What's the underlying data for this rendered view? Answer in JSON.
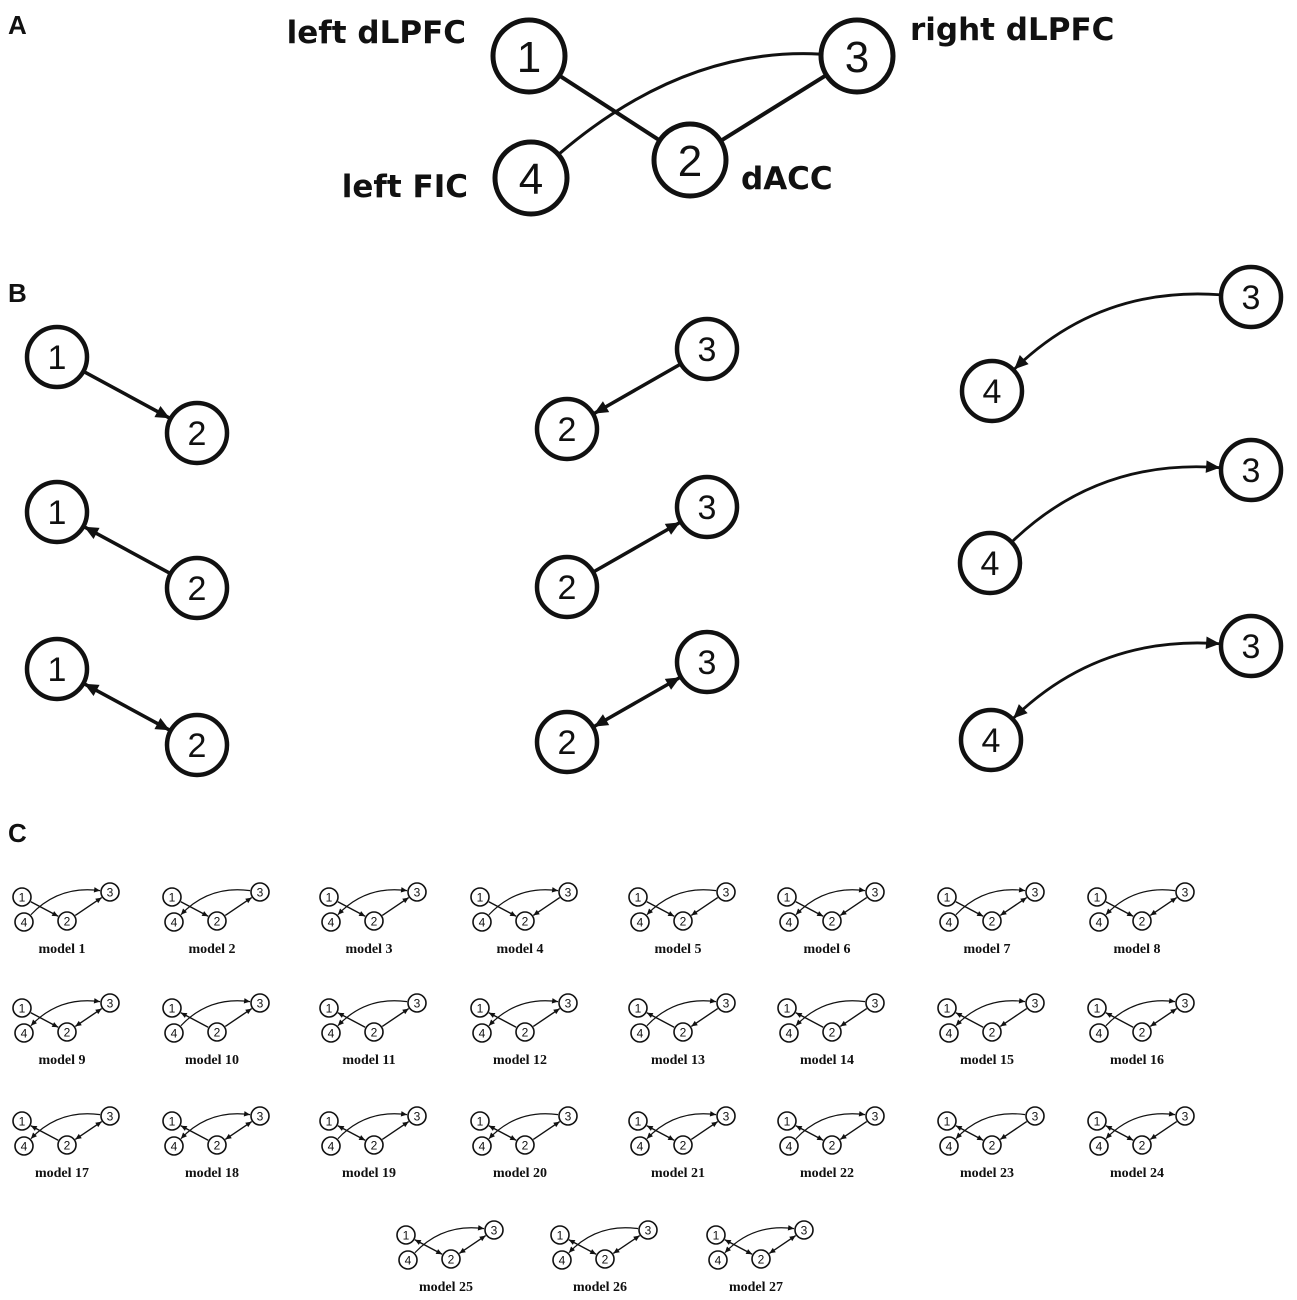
{
  "panels": {
    "A": {
      "letter": "A"
    },
    "B": {
      "letter": "B"
    },
    "C": {
      "letter": "C"
    }
  },
  "regions": [
    {
      "id": "1",
      "label": "left dLPFC"
    },
    {
      "id": "2",
      "label": "dACC"
    },
    {
      "id": "3",
      "label": "right dLPFC"
    },
    {
      "id": "4",
      "label": "left FIC"
    }
  ],
  "panel_b_connections": [
    {
      "from": "1",
      "to": "2",
      "direction": "forward"
    },
    {
      "from": "2",
      "to": "1",
      "direction": "backward"
    },
    {
      "from": "1",
      "to": "2",
      "direction": "bidirectional"
    },
    {
      "from": "3",
      "to": "2",
      "direction": "forward"
    },
    {
      "from": "2",
      "to": "3",
      "direction": "backward"
    },
    {
      "from": "2",
      "to": "3",
      "direction": "bidirectional"
    },
    {
      "from": "3",
      "to": "4",
      "direction": "forward"
    },
    {
      "from": "4",
      "to": "3",
      "direction": "backward"
    },
    {
      "from": "3",
      "to": "4",
      "direction": "bidirectional"
    }
  ],
  "models": [
    {
      "label": "model 1",
      "e12": "f",
      "e23": "f",
      "e34": "f"
    },
    {
      "label": "model 2",
      "e12": "f",
      "e23": "f",
      "e34": "b"
    },
    {
      "label": "model 3",
      "e12": "f",
      "e23": "f",
      "e34": "bi"
    },
    {
      "label": "model 4",
      "e12": "f",
      "e23": "b",
      "e34": "f"
    },
    {
      "label": "model 5",
      "e12": "f",
      "e23": "b",
      "e34": "b"
    },
    {
      "label": "model 6",
      "e12": "f",
      "e23": "b",
      "e34": "bi"
    },
    {
      "label": "model 7",
      "e12": "f",
      "e23": "bi",
      "e34": "f"
    },
    {
      "label": "model 8",
      "e12": "f",
      "e23": "bi",
      "e34": "b"
    },
    {
      "label": "model 9",
      "e12": "f",
      "e23": "bi",
      "e34": "bi"
    },
    {
      "label": "model 10",
      "e12": "b",
      "e23": "f",
      "e34": "f"
    },
    {
      "label": "model 11",
      "e12": "b",
      "e23": "f",
      "e34": "b"
    },
    {
      "label": "model 12",
      "e12": "b",
      "e23": "f",
      "e34": "bi"
    },
    {
      "label": "model 13",
      "e12": "b",
      "e23": "b",
      "e34": "f"
    },
    {
      "label": "model 14",
      "e12": "b",
      "e23": "b",
      "e34": "b"
    },
    {
      "label": "model 15",
      "e12": "b",
      "e23": "b",
      "e34": "bi"
    },
    {
      "label": "model 16",
      "e12": "b",
      "e23": "bi",
      "e34": "f"
    },
    {
      "label": "model 17",
      "e12": "b",
      "e23": "bi",
      "e34": "b"
    },
    {
      "label": "model 18",
      "e12": "b",
      "e23": "bi",
      "e34": "bi"
    },
    {
      "label": "model 19",
      "e12": "bi",
      "e23": "f",
      "e34": "f"
    },
    {
      "label": "model 20",
      "e12": "bi",
      "e23": "f",
      "e34": "b"
    },
    {
      "label": "model 21",
      "e12": "bi",
      "e23": "f",
      "e34": "bi"
    },
    {
      "label": "model 22",
      "e12": "bi",
      "e23": "b",
      "e34": "f"
    },
    {
      "label": "model 23",
      "e12": "bi",
      "e23": "b",
      "e34": "b"
    },
    {
      "label": "model 24",
      "e12": "bi",
      "e23": "b",
      "e34": "bi"
    },
    {
      "label": "model 25",
      "e12": "bi",
      "e23": "bi",
      "e34": "f"
    },
    {
      "label": "model 26",
      "e12": "bi",
      "e23": "bi",
      "e34": "b"
    },
    {
      "label": "model 27",
      "e12": "bi",
      "e23": "bi",
      "e34": "bi"
    }
  ],
  "colors": {
    "ink": "#111111",
    "background": "#ffffff"
  }
}
